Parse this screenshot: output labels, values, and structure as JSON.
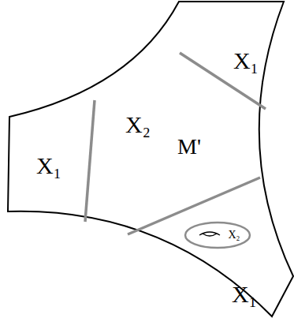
{
  "diagram": {
    "nodes": [
      {
        "text": [
          "X₁"
        ]
      },
      {
        "text": [
          "X₂"
        ]
      },
      {
        "text": [
          "X₁"
        ]
      },
      {
        "text": [
          "X₁"
        ]
      },
      {
        "text": [
          "X₂"
        ],
        "in": 3
      }
    ],
    "labels": [
      "M'"
    ]
  }
}
